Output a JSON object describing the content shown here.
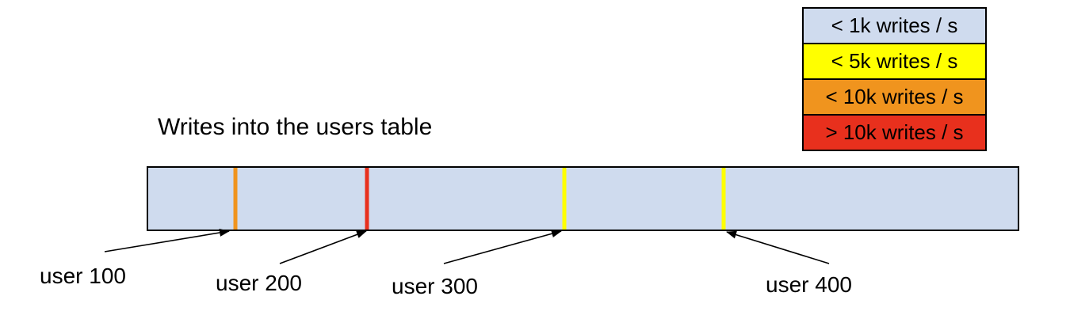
{
  "title": "Writes into the users table",
  "colors": {
    "background": "#ffffff",
    "border": "#000000",
    "bar_fill": "#cfdbee",
    "light_blue": "#cfdbee",
    "yellow": "#ffff00",
    "orange": "#f0941e",
    "red": "#e8301d"
  },
  "legend": {
    "items": [
      {
        "label": "< 1k writes / s",
        "color": "#cfdbee"
      },
      {
        "label": "< 5k writes / s",
        "color": "#ffff00"
      },
      {
        "label": "< 10k writes / s",
        "color": "#f0941e"
      },
      {
        "label": "> 10k writes / s",
        "color": "#e8301d"
      }
    ]
  },
  "bar": {
    "fill": "#cfdbee",
    "markers": [
      {
        "user": "user 100",
        "color": "#f0941e",
        "position_pct": 10.0
      },
      {
        "user": "user 200",
        "color": "#e8301d",
        "position_pct": 25.2
      },
      {
        "user": "user 300",
        "color": "#ffff00",
        "position_pct": 47.9
      },
      {
        "user": "user 400",
        "color": "#ffff00",
        "position_pct": 66.2
      }
    ]
  }
}
